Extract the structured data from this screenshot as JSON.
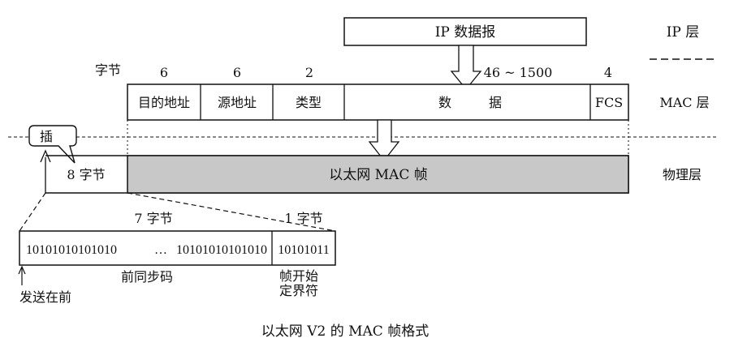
{
  "layers": {
    "ip": "IP 层",
    "mac": "MAC 层",
    "physical": "物理层"
  },
  "ip_datagram": "IP 数据报",
  "byte_row_label": "字节",
  "byte_sizes": {
    "dest": "6",
    "src": "6",
    "type": "2",
    "data": "46 ~ 1500",
    "fcs": "4"
  },
  "mac_fields": {
    "dest": "目的地址",
    "src": "源地址",
    "type": "类型",
    "data_1": "数",
    "data_2": "据",
    "fcs": "FCS"
  },
  "insert_callout": "插",
  "physical_row": {
    "preamble_bytes": "8 字节",
    "mac_frame": "以太网 MAC 帧"
  },
  "preamble_detail": {
    "sync_bytes": "7 字节",
    "sfd_bytes": "1 字节",
    "bits_a": "10101010101010",
    "ellipsis": "…",
    "bits_b": "10101010101010",
    "sfd_bits": "10101011",
    "sync_name": "前同步码",
    "sfd_name_1": "帧开始",
    "sfd_name_2": "定界符",
    "send_first": "发送在前"
  },
  "caption": "以太网 V2 的 MAC 帧格式",
  "colors": {
    "frame_fill": "#c8c8c8",
    "line": "#111111"
  }
}
